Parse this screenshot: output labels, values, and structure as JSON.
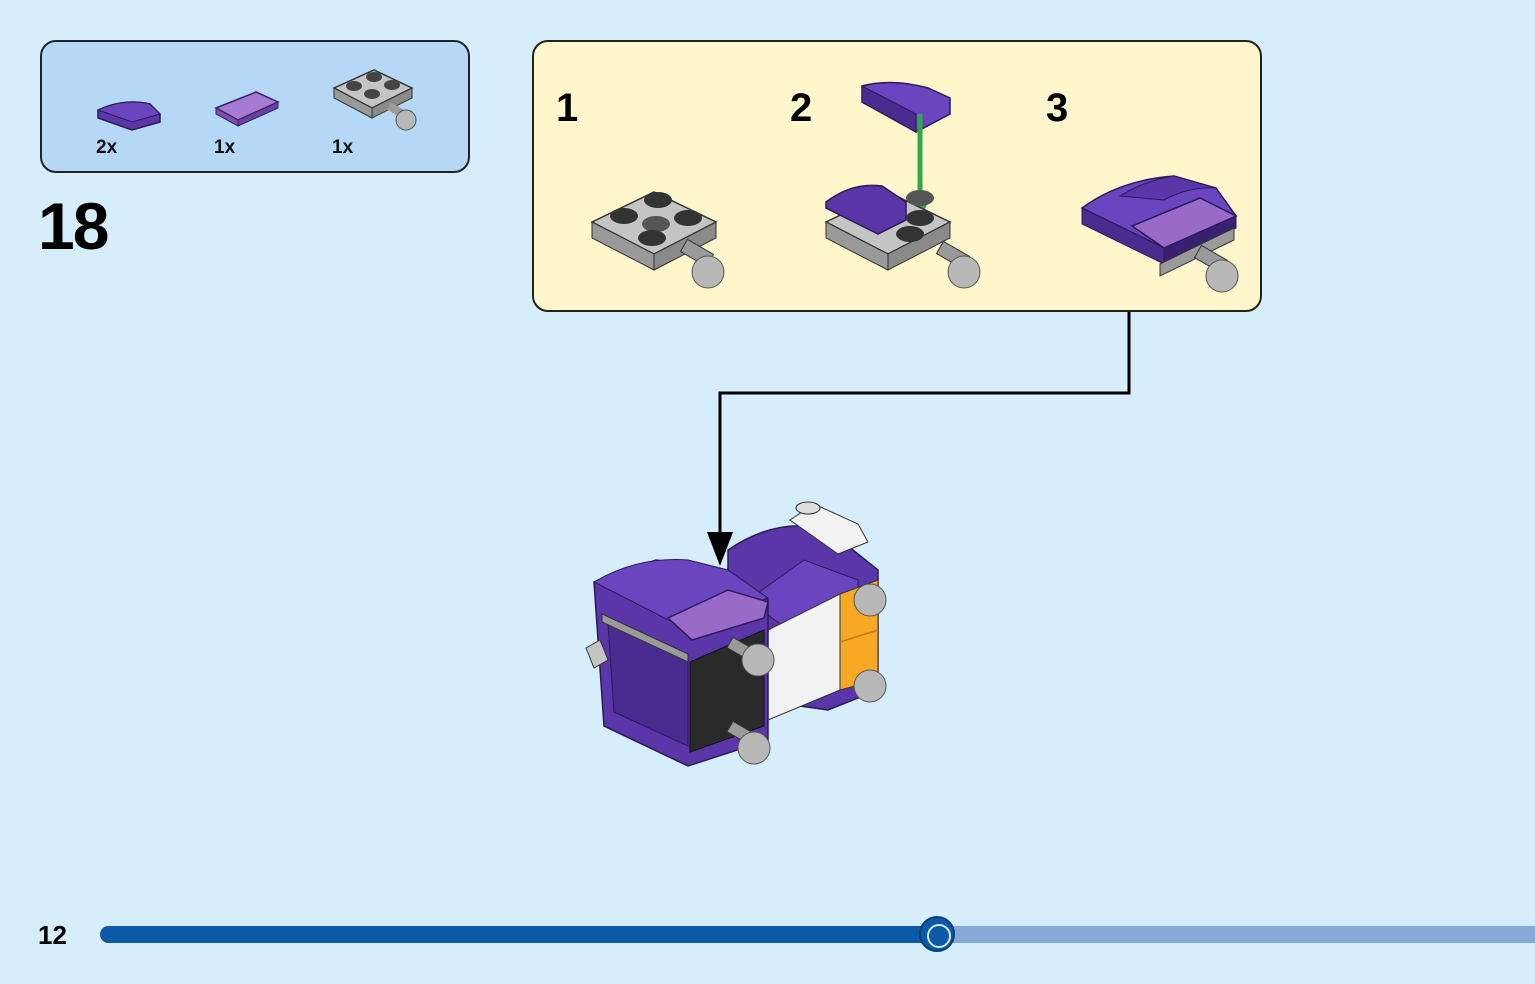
{
  "step": {
    "number": "18"
  },
  "parts": [
    {
      "qty": "2x",
      "icon": "purple-curved-slope-icon"
    },
    {
      "qty": "1x",
      "icon": "lavender-tile-icon"
    },
    {
      "qty": "1x",
      "icon": "gray-plate-with-ball-icon"
    }
  ],
  "substeps": [
    {
      "number": "1"
    },
    {
      "number": "2"
    },
    {
      "number": "3"
    }
  ],
  "page": {
    "number": "12",
    "progress": 0.583
  },
  "colors": {
    "background": "#d6edfb",
    "parts_box": "#b4d8f5",
    "substep_box": "#fff6cc",
    "purple": "#5a36a8",
    "lavender": "#9a6ac8",
    "gray": "#b8b8b8",
    "progress_fill": "#0b5aa8",
    "progress_track": "#86a9da",
    "assembly_arrow": "#2ea84a"
  }
}
